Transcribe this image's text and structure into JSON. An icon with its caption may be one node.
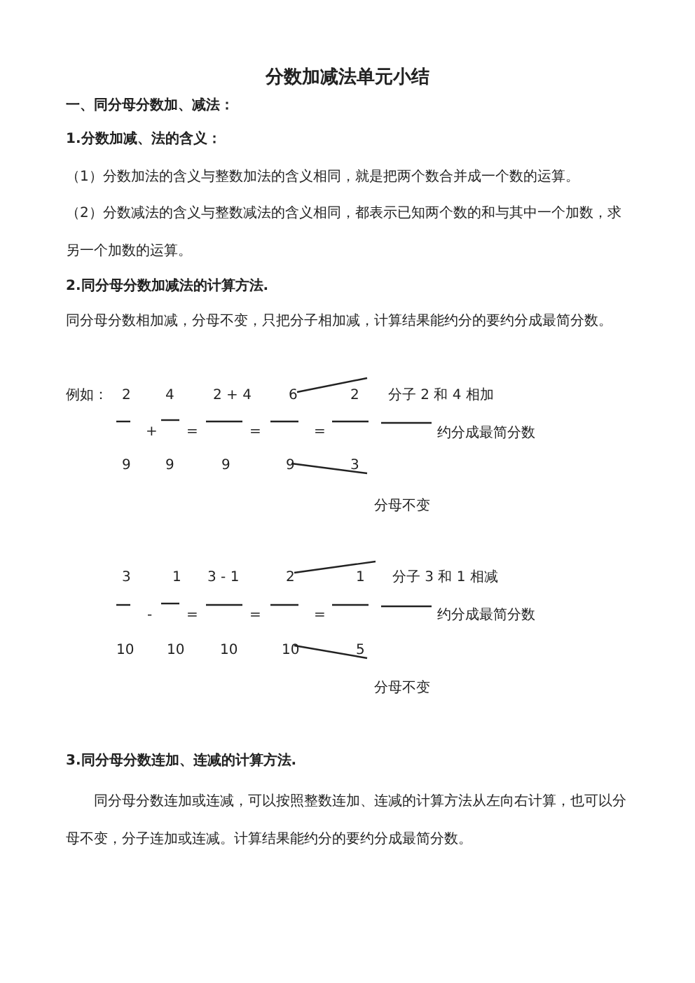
{
  "diagram": {
    "title": "分数加减法单元小结",
    "labels": [
      "一、同分母分数加、减法：",
      "1.分数加减、法的含义：",
      "（1）分数加法的含义与整数加法的含义相同，就是把两个数合并成一个数的运算。",
      "（2）分数减法的含义与整数减法的含义相同，都表示已知两个数的和与其中一个加数，求另一个加数的运算。",
      "2.同分母分数加减法的计算方法.",
      "同分母分数相加减，分母不变，只把分子相加减，计算结果能约分的要约分成最简分数。",
      "例如：",
      "2",
      "4",
      "2 + 4",
      "6",
      "2",
      "分子 2 和 4 相加",
      "+",
      "=",
      "=",
      "=",
      "约分成最简分数",
      "9",
      "9",
      "9",
      "9",
      "3",
      "分母不变",
      "3",
      "1",
      "3 - 1",
      "2",
      "1",
      "分子 3 和 1 相减",
      "-",
      "=",
      "=",
      "=",
      "约分成最简分数",
      "10",
      "10",
      "10",
      "10",
      "5",
      "分母不变",
      "3.同分母分数连加、连减的计算方法.",
      "同分母分数连加或连减，可以按照整数连加、连减的计算方法从左向右计算，也可以分母不变，分子连加或连减。计算结果能约分的要约分成最简分数。"
    ]
  }
}
